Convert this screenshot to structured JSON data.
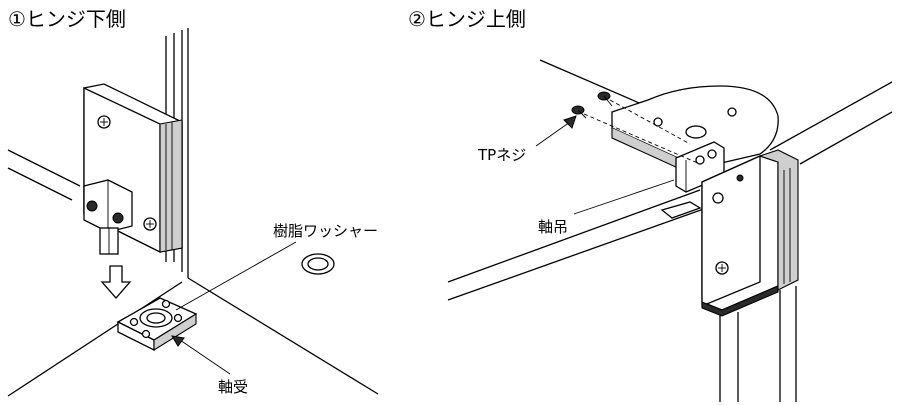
{
  "panels": [
    {
      "title": "①ヒンジ下側"
    },
    {
      "title": "②ヒンジ上側"
    }
  ],
  "labels": {
    "washer": "樹脂ワッシャー",
    "bearing": "軸受",
    "tp_screw": "TPネジ",
    "hanger": "軸吊"
  }
}
